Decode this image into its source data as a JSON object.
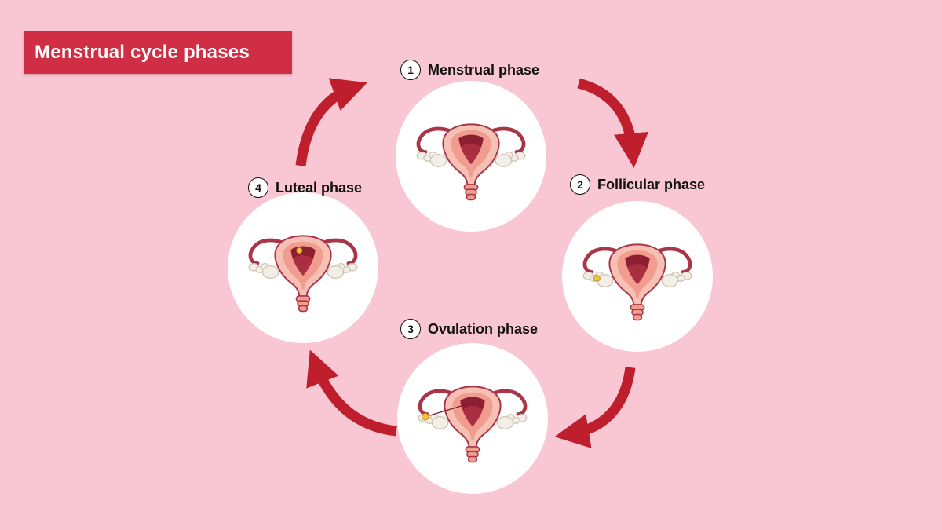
{
  "title": {
    "label": "Menstrual cycle phases"
  },
  "phases": [
    {
      "number": "1",
      "label": "Menstrual phase"
    },
    {
      "number": "2",
      "label": "Follicular phase"
    },
    {
      "number": "3",
      "label": "Ovulation phase"
    },
    {
      "number": "4",
      "label": "Luteal phase"
    }
  ],
  "arrows": [
    {
      "icon": "curved-arrow-icon",
      "from": "Menstrual phase",
      "to": "Follicular phase"
    },
    {
      "icon": "curved-arrow-icon",
      "from": "Follicular phase",
      "to": "Ovulation phase"
    },
    {
      "icon": "curved-arrow-icon",
      "from": "Ovulation phase",
      "to": "Luteal phase"
    },
    {
      "icon": "curved-arrow-icon",
      "from": "Luteal phase",
      "to": "Menstrual phase"
    }
  ],
  "colors": {
    "background": "#f9c7d3",
    "banner": "#cf2e45",
    "title_text": "#ffffff",
    "label_text": "#101010",
    "circle": "#ffffff",
    "arrow": "#bf1e2d",
    "uterus_outer": "#f6c0b5",
    "uterus_inner": "#a92f40",
    "follicle": "#f2c13d"
  }
}
